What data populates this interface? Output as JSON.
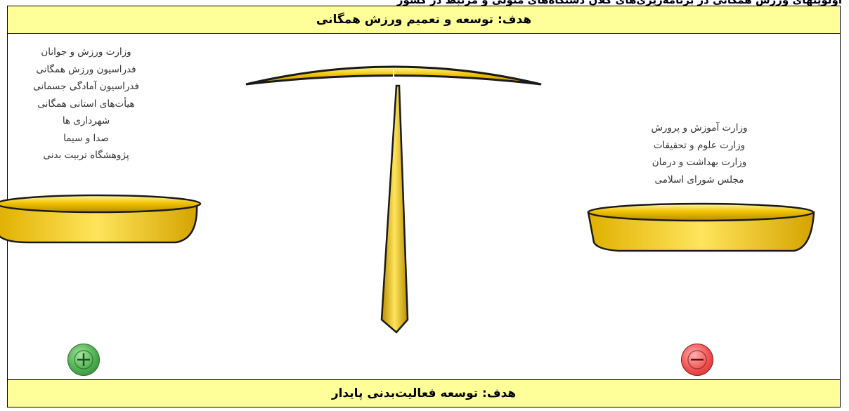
{
  "header": {
    "cut_text": "اولویتهای ورزش همگانی در برنامه‌ریزی‌های کلان دستگاه‌های متولی و مرتبط در کشور",
    "top_goal": "هدف: توسعه و تعمیم ورزش همگانی",
    "bottom_goal": "هدف: توسعه فعالیت‌بدنی پایدار"
  },
  "left_pan": {
    "items": [
      "وزارت ورزش و جوانان",
      "فدراسیون ورزش همگانی",
      "فدراسیون آمادگی جسمانی",
      "هیأت‌های استانی همگانی",
      "شهرداری ها",
      "صدا و سیما",
      "پژوهشگاه تربیت بدنی"
    ]
  },
  "right_pan": {
    "items": [
      "وزارت آموزش و پرورش",
      "وزارت علوم و تحقیقات",
      "وزارت بهداشت و درمان",
      "مجلس شورای اسلامی"
    ]
  },
  "buttons": {
    "plus_icon": "plus-circle-icon",
    "minus_icon": "minus-circle-icon"
  },
  "colors": {
    "band": "#ffff99",
    "gold": "#f2c400",
    "gold_dark": "#c9a000",
    "plus": "#4caf50",
    "minus": "#f25050"
  }
}
